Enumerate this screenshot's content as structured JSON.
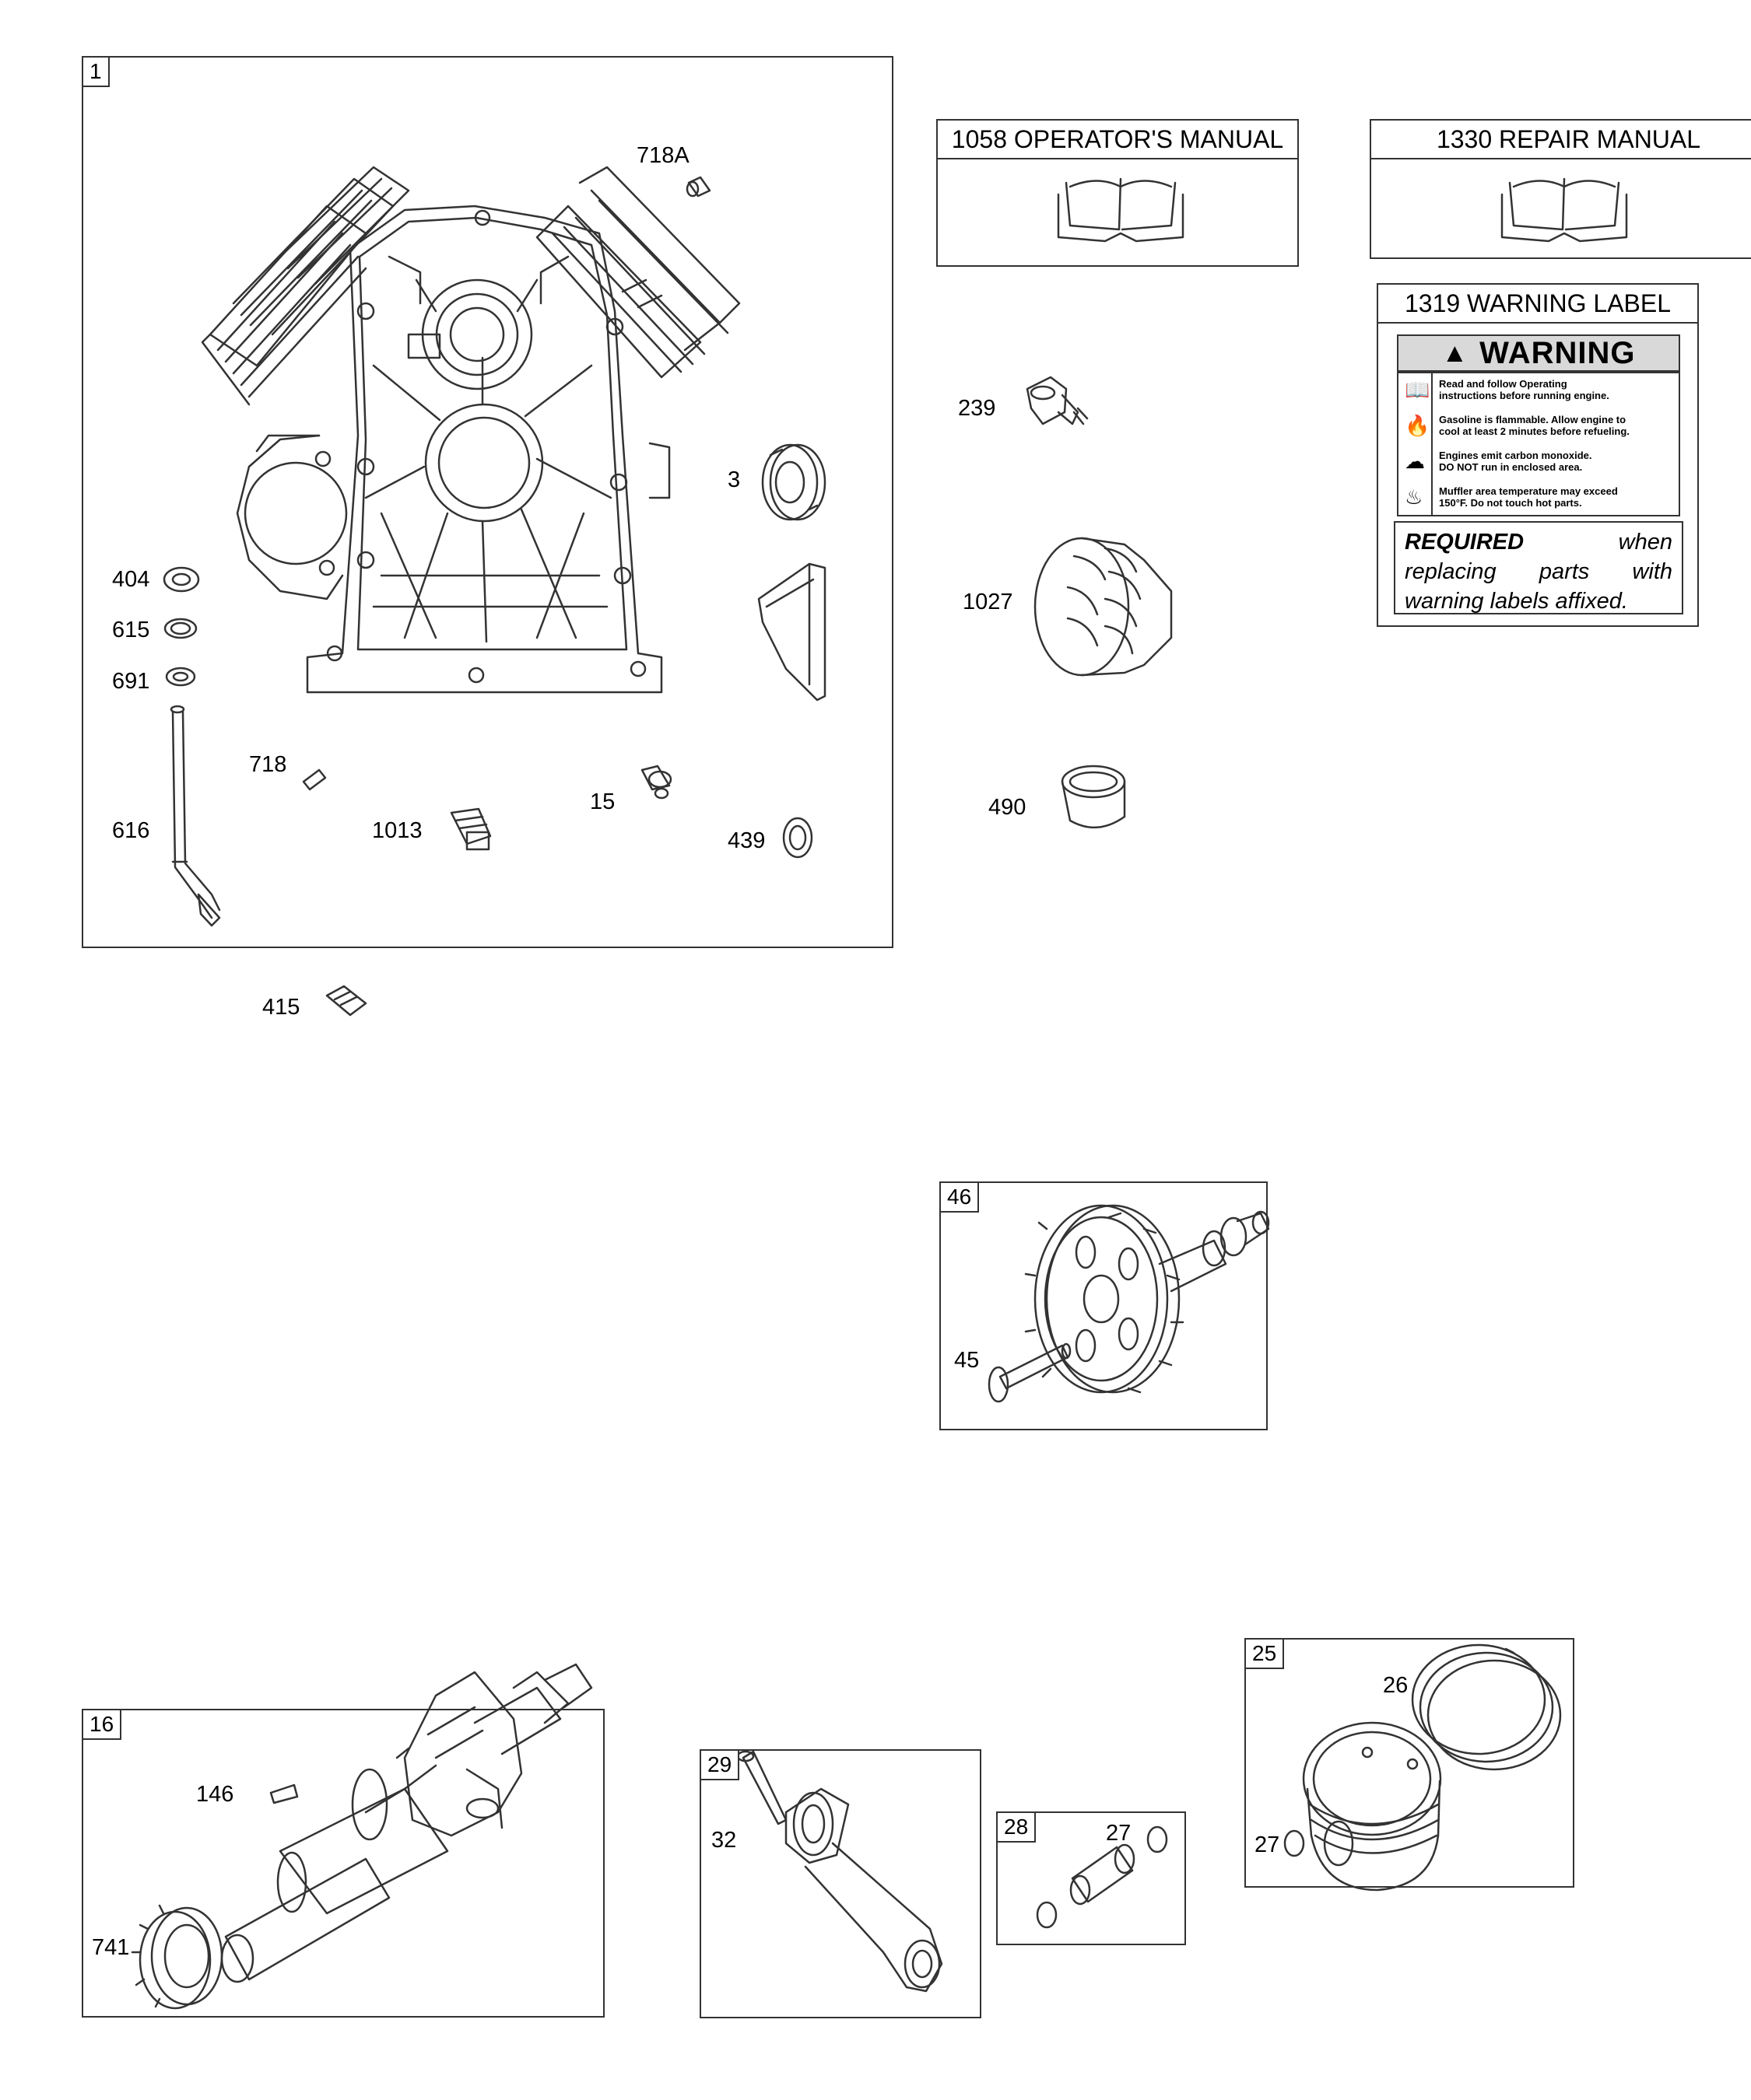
{
  "boxes": {
    "block": {
      "tag": "1"
    },
    "cam": {
      "tag": "46"
    },
    "crank": {
      "tag": "16"
    },
    "rod": {
      "tag": "29"
    },
    "pin": {
      "tag": "28"
    },
    "piston": {
      "tag": "25"
    }
  },
  "titled_boxes": {
    "operators_manual": "1058 OPERATOR'S MANUAL",
    "repair_manual": "1330 REPAIR MANUAL",
    "warning_label": "1319 WARNING LABEL"
  },
  "warning": {
    "heading": "WARNING",
    "rows": [
      [
        "Read and follow Operating",
        "instructions before running engine."
      ],
      [
        "Gasoline is flammable. Allow engine to",
        "cool at least 2 minutes before refueling."
      ],
      [
        "Engines emit carbon monoxide.",
        "DO NOT run in enclosed area."
      ],
      [
        "Muffler area temperature may exceed",
        "150°F.  Do not touch hot parts."
      ]
    ],
    "required_bold": "REQUIRED",
    "required_rest": "when replacing parts with warning labels affixed."
  },
  "labels": {
    "718A": "718A",
    "3": "3",
    "404": "404",
    "615": "615",
    "691": "691",
    "718": "718",
    "616": "616",
    "1013": "1013",
    "15": "15",
    "439": "439",
    "415": "415",
    "239": "239",
    "1027": "1027",
    "490": "490",
    "45": "45",
    "146": "146",
    "741": "741",
    "32": "32",
    "27a": "27",
    "26": "26",
    "27b": "27"
  },
  "icons": [
    "open-book-icon",
    "warning-triangle-icon",
    "manual-icon",
    "flame-icon",
    "exhaust-icon",
    "hot-surface-icon"
  ]
}
